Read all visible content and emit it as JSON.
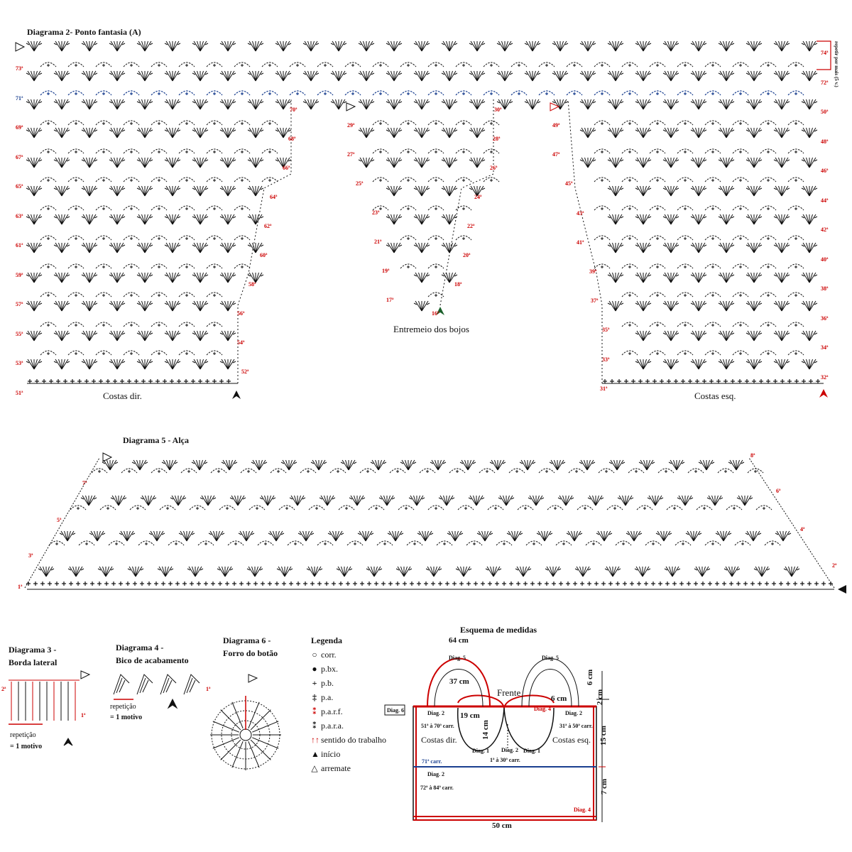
{
  "diagram2": {
    "title": "Diagrama 2- Ponto fantasia (A)",
    "repeat_note": "repetir por mais (5 v.)",
    "left_label": "Costas dir.",
    "center_label": "Entremeio dos bojos",
    "right_label": "Costas esq.",
    "left_rows_odd": [
      "73ª",
      "71ª",
      "69ª",
      "67ª",
      "65ª",
      "63ª",
      "61ª",
      "59ª",
      "57ª",
      "55ª",
      "53ª",
      "51ª"
    ],
    "left_rows_even": [
      "70ª",
      "68ª",
      "66ª",
      "64ª",
      "62ª",
      "60ª",
      "58ª",
      "56ª",
      "54ª",
      "52ª"
    ],
    "center_rows_odd": [
      "29ª",
      "27ª",
      "25ª",
      "23ª",
      "21ª",
      "19ª",
      "17ª"
    ],
    "center_rows_even": [
      "30ª",
      "28ª",
      "26ª",
      "24ª",
      "22ª",
      "20ª",
      "18ª",
      "16ª"
    ],
    "right_rows_odd": [
      "49ª",
      "47ª",
      "45ª",
      "43ª",
      "41ª",
      "39ª",
      "37ª",
      "35ª",
      "33ª",
      "31ª"
    ],
    "right_rows_even": [
      "74ª",
      "72ª",
      "50ª",
      "48ª",
      "46ª",
      "44ª",
      "42ª",
      "40ª",
      "38ª",
      "36ª",
      "34ª",
      "32ª"
    ]
  },
  "diagram5": {
    "title": "Diagrama 5 - Alça",
    "rows_left": [
      "7ª",
      "5ª",
      "3ª",
      "1ª"
    ],
    "rows_right": [
      "8ª",
      "6ª",
      "4ª",
      "2ª"
    ]
  },
  "diagram3": {
    "title_1": "Diagrama 3 -",
    "title_2": "Borda lateral",
    "row_2": "2ª",
    "row_1": "1ª",
    "rep_1": "repetição",
    "rep_2": "= 1 motivo"
  },
  "diagram4": {
    "title_1": "Diagrama 4 -",
    "title_2": "Bico de acabamento",
    "row_1": "1ª",
    "rep_1": "repetição",
    "rep_2": "= 1 motivo"
  },
  "diagram6": {
    "title_1": "Diagrama 6 -",
    "title_2": "Forro do botão"
  },
  "legend": {
    "title": "Legenda",
    "items": [
      {
        "sym": "○",
        "label": "corr."
      },
      {
        "sym": "●",
        "label": "p.bx."
      },
      {
        "sym": "+",
        "label": "p.b."
      },
      {
        "sym": "‡",
        "label": "p.a."
      },
      {
        "sym": "⁑",
        "label": "p.a.r.f."
      },
      {
        "sym": "⁑",
        "label": "p.a.r.a."
      },
      {
        "sym": "↑↑",
        "label": "sentido do trabalho"
      },
      {
        "sym": "▲",
        "label": "início"
      },
      {
        "sym": "△",
        "label": "arremate"
      }
    ]
  },
  "schema": {
    "title": "Esquema de medidas",
    "m64": "64 cm",
    "m37": "37 cm",
    "frente": "Frente",
    "m19": "19 cm",
    "m14": "14 cm",
    "m6h": "6 cm",
    "m6v": "6 cm",
    "m2": "2 cm",
    "m15": "15 cm",
    "m7": "7 cm",
    "m50": "50 cm",
    "costas_dir": "Costas dir.",
    "costas_esq": "Costas esq.",
    "diag2": "Diag. 2",
    "diag1": "Diag. 1",
    "diag4": "Diag. 4",
    "diag5": "Diag. 5",
    "diag6": "Diag. 6",
    "r51_70": "51ª à 70ª carr.",
    "r31_50": "31ª à 50ª carr.",
    "r1_30": "1ª à 30ª carr.",
    "r71": "71ª carr.",
    "r72_84": "72ª à 84ª carr."
  },
  "colors": {
    "red": "#cc0000",
    "blue": "#1a3f8f",
    "ink": "#111111"
  }
}
